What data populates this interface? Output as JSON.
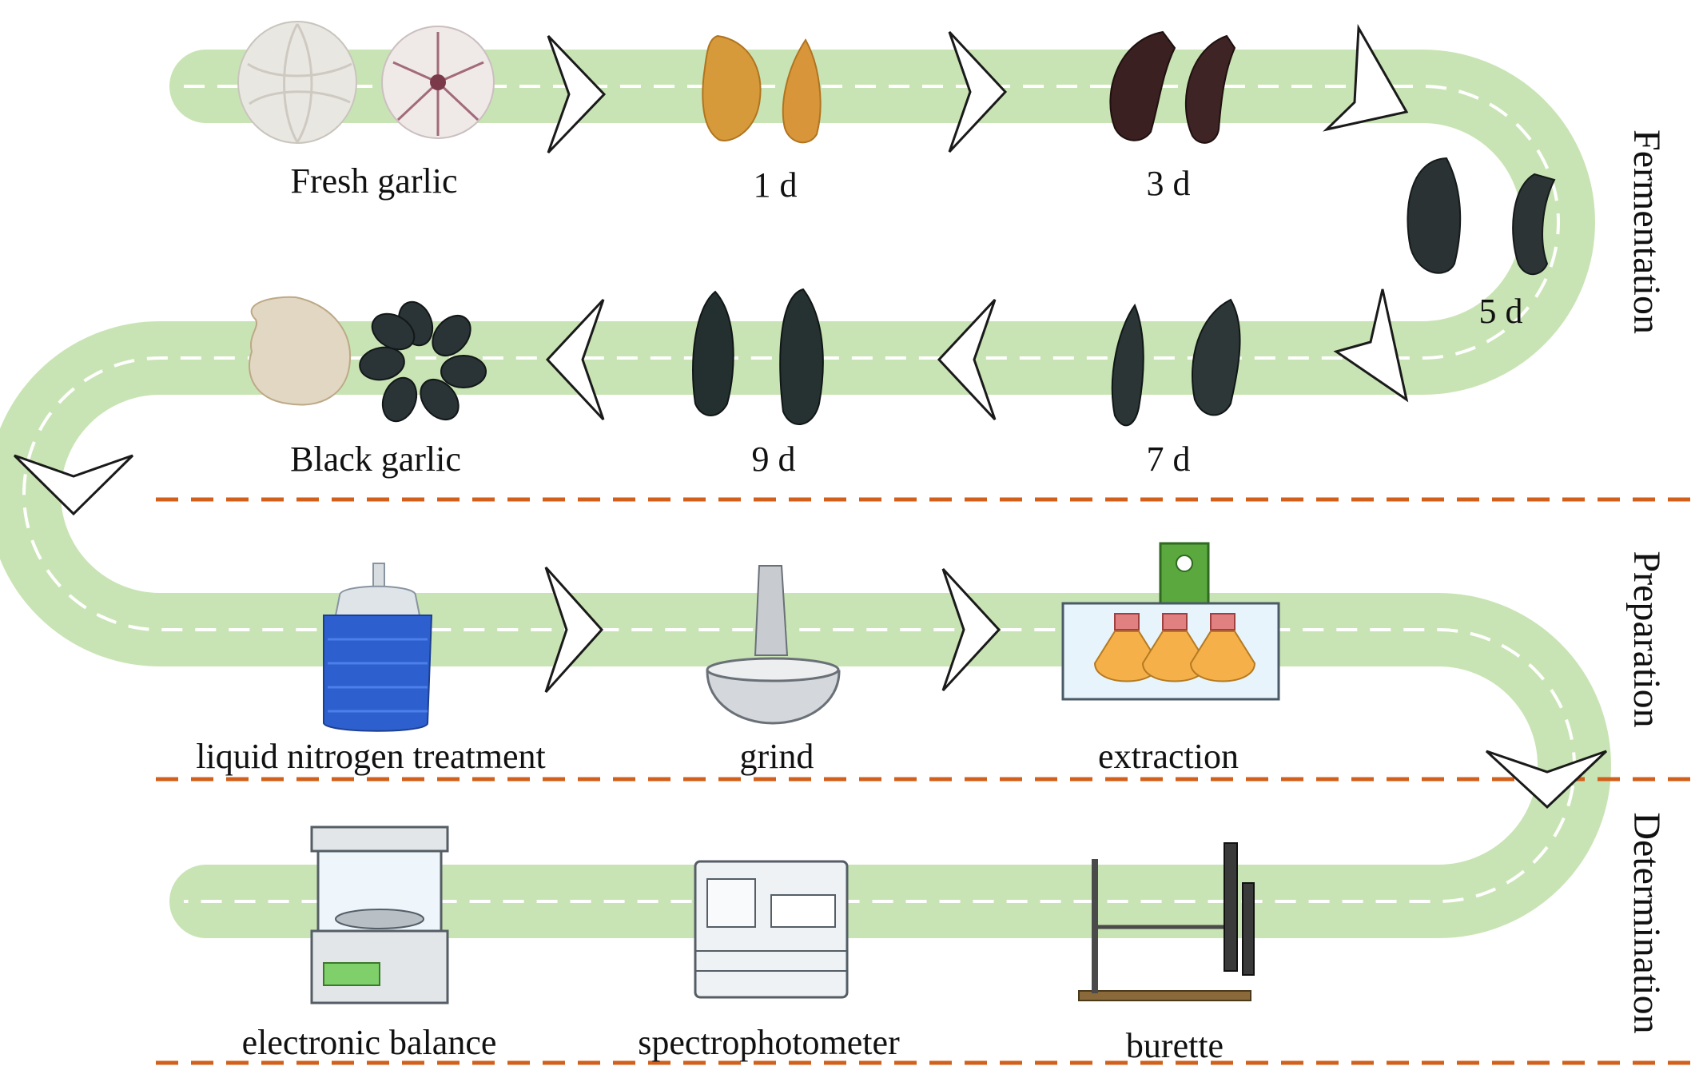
{
  "sections": {
    "fermentation": "Fermentation",
    "preparation": "Preparation",
    "determination": "Determination"
  },
  "fermentation_steps": {
    "fresh": "Fresh garlic",
    "day1": "1 d",
    "day3": "3 d",
    "day5": "5 d",
    "day7": "7 d",
    "day9": "9 d",
    "black": "Black garlic"
  },
  "preparation_steps": {
    "nitrogen": "liquid nitrogen treatment",
    "grind": "grind",
    "extraction": "extraction"
  },
  "determination_steps": {
    "balance": "electronic balance",
    "spectro": "spectrophotometer",
    "burette": "burette"
  },
  "colors": {
    "track": "#c9e4b4",
    "divider": "#d2601a",
    "arrow_stroke": "#1a1a1a"
  }
}
